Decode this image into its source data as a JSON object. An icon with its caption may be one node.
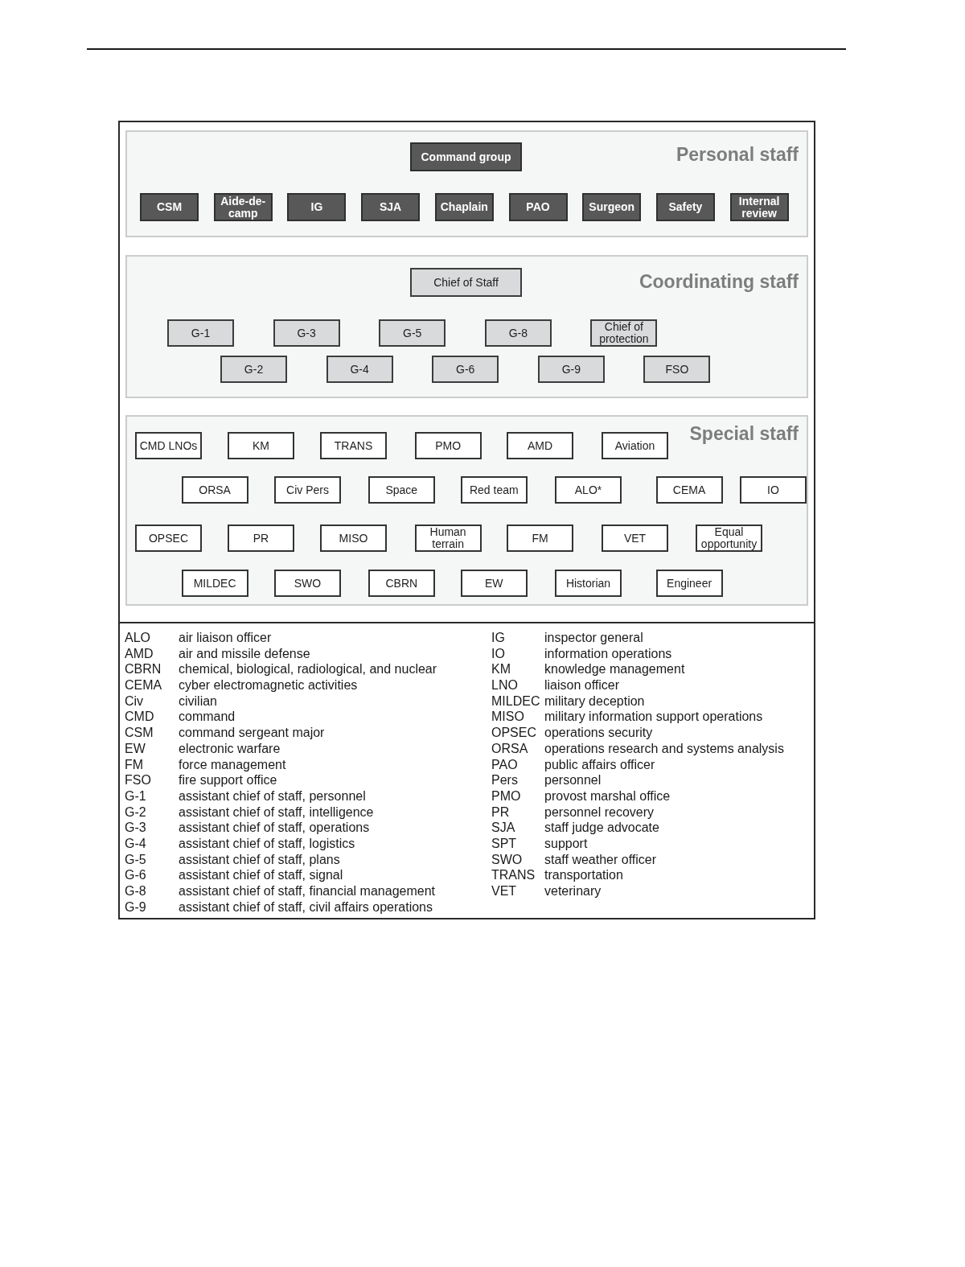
{
  "diagram": {
    "nodes": [
      {
        "text": [
          "Personal staff"
        ]
      },
      {
        "text": [
          "Command group"
        ],
        "in": 0
      },
      {
        "text": [
          "CSM"
        ],
        "in": 0
      },
      {
        "text": [
          "Aide-de-camp"
        ],
        "in": 0
      },
      {
        "text": [
          "IG"
        ],
        "in": 0
      },
      {
        "text": [
          "SJA"
        ],
        "in": 0
      },
      {
        "text": [
          "Chaplain"
        ],
        "in": 0
      },
      {
        "text": [
          "PAO"
        ],
        "in": 0
      },
      {
        "text": [
          "Surgeon"
        ],
        "in": 0
      },
      {
        "text": [
          "Safety"
        ],
        "in": 0
      },
      {
        "text": [
          "Internal review"
        ],
        "in": 0
      },
      {
        "text": [
          "Coordinating staff"
        ]
      },
      {
        "text": [
          "Chief of Staff"
        ],
        "in": 11
      },
      {
        "text": [
          "G-1"
        ],
        "in": 11
      },
      {
        "text": [
          "G-3"
        ],
        "in": 11
      },
      {
        "text": [
          "G-5"
        ],
        "in": 11
      },
      {
        "text": [
          "G-8"
        ],
        "in": 11
      },
      {
        "text": [
          "Chief of protection"
        ],
        "in": 11
      },
      {
        "text": [
          "G-2"
        ],
        "in": 11
      },
      {
        "text": [
          "G-4"
        ],
        "in": 11
      },
      {
        "text": [
          "G-6"
        ],
        "in": 11
      },
      {
        "text": [
          "G-9"
        ],
        "in": 11
      },
      {
        "text": [
          "FSO"
        ],
        "in": 11
      },
      {
        "text": [
          "Special staff"
        ]
      },
      {
        "text": [
          "CMD LNOs"
        ],
        "in": 23
      },
      {
        "text": [
          "KM"
        ],
        "in": 23
      },
      {
        "text": [
          "TRANS"
        ],
        "in": 23
      },
      {
        "text": [
          "PMO"
        ],
        "in": 23
      },
      {
        "text": [
          "AMD"
        ],
        "in": 23
      },
      {
        "text": [
          "Aviation"
        ],
        "in": 23
      },
      {
        "text": [
          "ORSA"
        ],
        "in": 23
      },
      {
        "text": [
          "Civ Pers"
        ],
        "in": 23
      },
      {
        "text": [
          "Space"
        ],
        "in": 23
      },
      {
        "text": [
          "Red team"
        ],
        "in": 23
      },
      {
        "text": [
          "ALO*"
        ],
        "in": 23
      },
      {
        "text": [
          "CEMA"
        ],
        "in": 23
      },
      {
        "text": [
          "IO"
        ],
        "in": 23
      },
      {
        "text": [
          "OPSEC"
        ],
        "in": 23
      },
      {
        "text": [
          "PR"
        ],
        "in": 23
      },
      {
        "text": [
          "MISO"
        ],
        "in": 23
      },
      {
        "text": [
          "Human terrain"
        ],
        "in": 23
      },
      {
        "text": [
          "FM"
        ],
        "in": 23
      },
      {
        "text": [
          "VET"
        ],
        "in": 23
      },
      {
        "text": [
          "Equal opportunity"
        ],
        "in": 23
      },
      {
        "text": [
          "MILDEC"
        ],
        "in": 23
      },
      {
        "text": [
          "SWO"
        ],
        "in": 23
      },
      {
        "text": [
          "CBRN"
        ],
        "in": 23
      },
      {
        "text": [
          "EW"
        ],
        "in": 23
      },
      {
        "text": [
          "Historian"
        ],
        "in": 23
      },
      {
        "text": [
          "Engineer"
        ],
        "in": 23
      }
    ],
    "labels": [
      "ALO",
      "air liaison officer",
      "AMD",
      "air and missile defense",
      "CBRN",
      "chemical, biological, radiological, and nuclear",
      "CEMA",
      "cyber electromagnetic activities",
      "Civ",
      "civilian",
      "CMD",
      "command",
      "CSM",
      "command sergeant major",
      "EW",
      "electronic warfare",
      "FM",
      "force management",
      "FSO",
      "fire support office",
      "G-1",
      "assistant chief of staff, personnel",
      "G-2",
      "assistant chief of staff, intelligence",
      "G-3",
      "assistant chief of staff, operations",
      "G-4",
      "assistant chief of staff, logistics",
      "G-5",
      "assistant chief of staff, plans",
      "G-6",
      "assistant chief of staff, signal",
      "G-8",
      "assistant chief of staff, financial management",
      "G-9",
      "assistant chief of staff, civil affairs operations",
      "IG",
      "inspector general",
      "IO",
      "information operations",
      "KM",
      "knowledge management",
      "LNO",
      "liaison officer",
      "MILDEC",
      "military deception",
      "MISO",
      "military information support operations",
      "OPSEC",
      "operations security",
      "ORSA",
      "operations research and systems analysis",
      "PAO",
      "public affairs officer",
      "Pers",
      "personnel",
      "PMO",
      "provost marshal office",
      "PR",
      "personnel recovery",
      "SJA",
      "staff judge advocate",
      "SPT",
      "support",
      "SWO",
      "staff weather officer",
      "TRANS",
      "transportation",
      "VET",
      "veterinary"
    ]
  }
}
